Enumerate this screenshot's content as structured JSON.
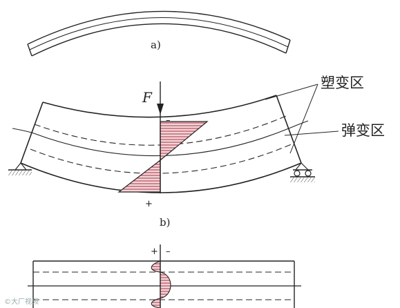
{
  "captions": {
    "a": "a)",
    "b": "b)"
  },
  "labels": {
    "plastic_zone": "塑变区",
    "elastic_zone": "弹变区",
    "force": "F"
  },
  "signs": {
    "top_minus": "–",
    "bottom_plus": "+",
    "c_plus": "+",
    "c_minus": "–"
  },
  "watermark": "©大厂视频",
  "colors": {
    "line": "#222222",
    "hatch": "#b03040",
    "fill": "#f1d6da"
  }
}
